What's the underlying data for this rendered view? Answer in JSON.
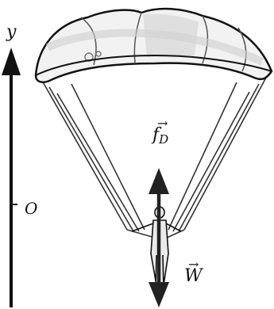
{
  "labels": {
    "y_axis": "y",
    "origin": "O",
    "drag_force": {
      "symbol": "f",
      "subscript": "D",
      "arrow": "→"
    },
    "weight": {
      "symbol": "W",
      "arrow": "→"
    }
  },
  "colors": {
    "line": "#111111",
    "canopy_fill": "#f2f2f2",
    "canopy_shade": "#cfcfcf",
    "vector": "#222222"
  }
}
